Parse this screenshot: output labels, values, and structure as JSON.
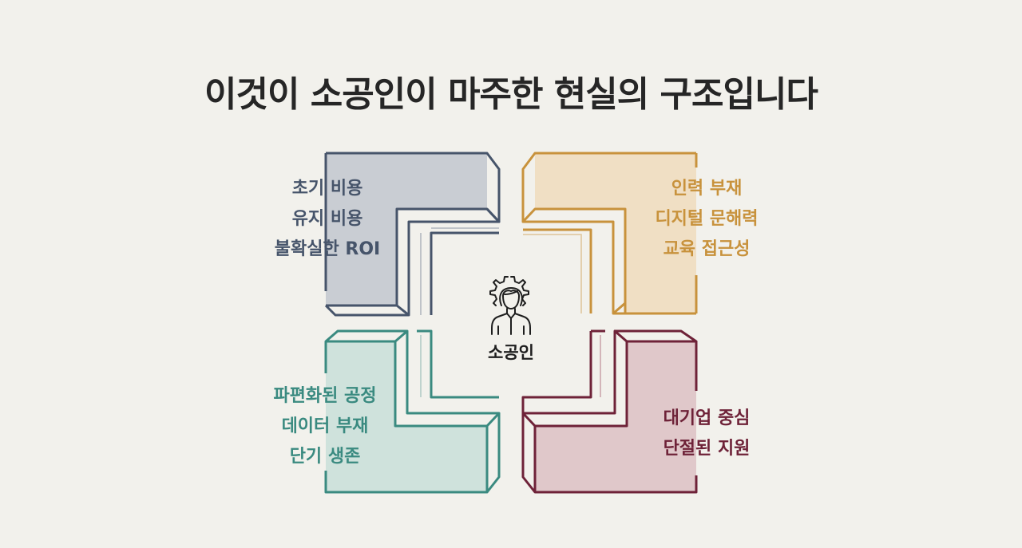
{
  "title": "이것이 소공인이 마주한 현실의 구조입니다",
  "center": {
    "label": "소공인",
    "icon": "worker-gear-icon"
  },
  "quadrants": [
    {
      "position": "top-left",
      "color": "#46546a",
      "fill": "#c9cdd3",
      "items": [
        "초기 비용",
        "유지 비용",
        "불확실한 ROI"
      ]
    },
    {
      "position": "top-right",
      "color": "#c8923c",
      "fill": "#f0dfc4",
      "items": [
        "인력 부재",
        "디지털 문해력",
        "교육 접근성"
      ]
    },
    {
      "position": "bottom-left",
      "color": "#3a8a80",
      "fill": "#cfe2dc",
      "items": [
        "파편화된 공정",
        "데이터 부재",
        "단기 생존"
      ]
    },
    {
      "position": "bottom-right",
      "color": "#6e2238",
      "fill": "#e0c8ca",
      "items": [
        "대기업 중심",
        "단절된 지원"
      ]
    }
  ]
}
